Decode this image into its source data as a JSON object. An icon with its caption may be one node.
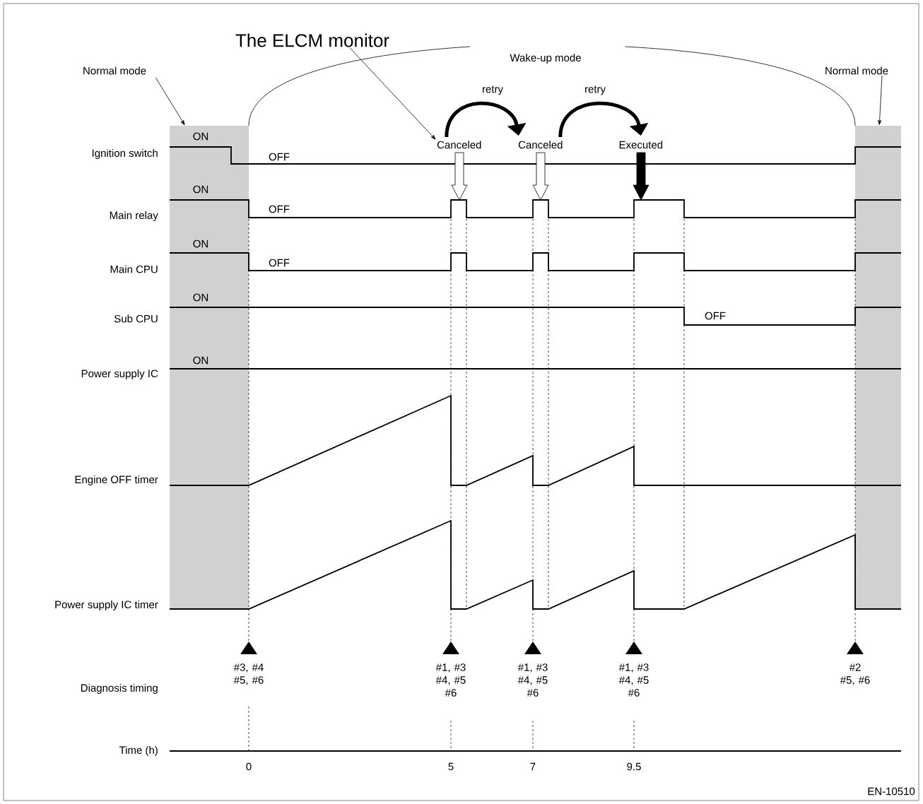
{
  "diagram": {
    "nodes": [
      {
        "text": [],
        "shape": "picture"
      },
      {
        "text": [
          "Normal mode"
        ]
      },
      {
        "text": [
          "The ELCM monitor"
        ]
      },
      {
        "text": [
          "Normal mode"
        ]
      },
      {
        "text": [
          "Canceled"
        ],
        "in": 0
      },
      {
        "text": [
          "Canceled"
        ],
        "in": 0
      },
      {
        "text": [
          "Executed"
        ],
        "in": 0
      }
    ],
    "edges": [
      {
        "from": 1,
        "to": 0,
        "arrow": "to"
      },
      {
        "from": 2,
        "to": 4,
        "arrow": "to"
      },
      {
        "from": 3,
        "to": 0,
        "arrow": "to"
      },
      {
        "from": 4,
        "to": 5,
        "arrow": "to",
        "label": "retry",
        "style": "thick"
      },
      {
        "from": 5,
        "to": 6,
        "arrow": "to",
        "label": "retry",
        "style": "thick"
      }
    ],
    "labels": [
      "Wake-up mode",
      "ON",
      "Ignition switch",
      "OFF",
      "ON",
      "Main relay",
      "OFF",
      "ON",
      "Main CPU",
      "OFF",
      "ON",
      "Sub CPU",
      "OFF",
      "ON",
      "Power supply IC",
      "Engine OFF timer",
      "Power supply IC timer",
      "Diagnosis timing",
      "#3, #4 #5, #6",
      "#1, #3 #4, #5 #6",
      "#1, #3 #4, #5 #6",
      "#1, #3 #4, #5 #6",
      "#2 #5, #6",
      "Time (h)",
      "0",
      "5",
      "7",
      "9.5",
      "EN-10510"
    ]
  }
}
